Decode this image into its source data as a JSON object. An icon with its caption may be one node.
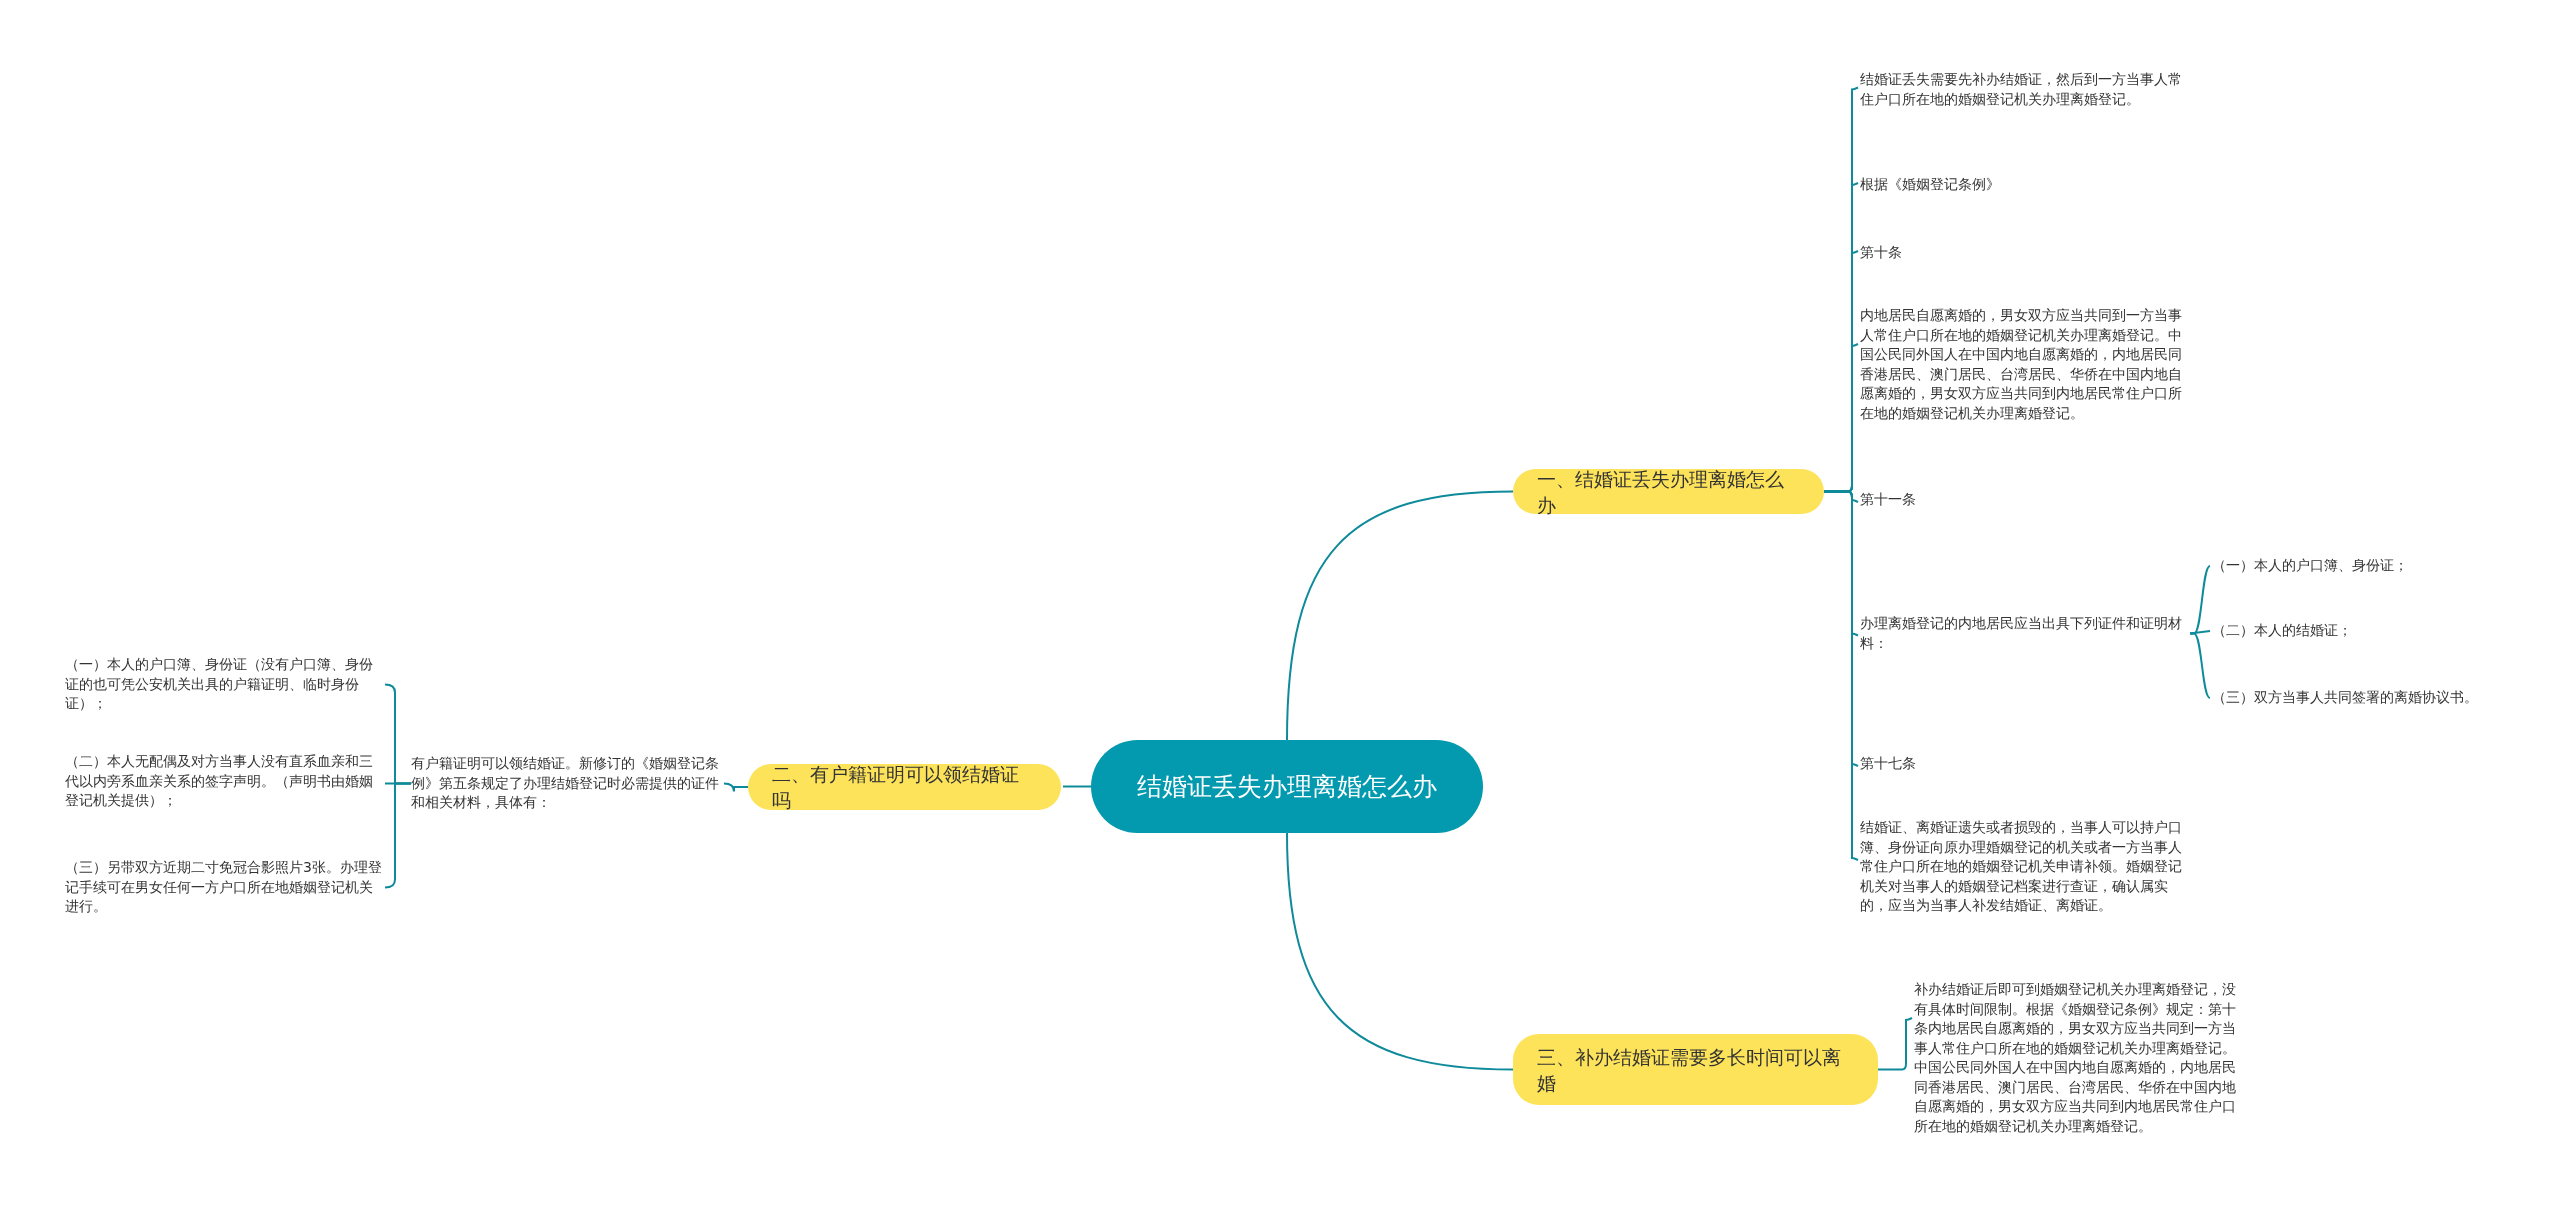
{
  "diagram": {
    "nodes": [
      {
        "text": [
          "结婚证丢失办理离婚怎么办"
        ]
      },
      {
        "text": [
          "一、结婚证丢失办理离婚怎么办"
        ]
      },
      {
        "text": [
          "结婚证丢失需要先补办结婚证，然后到一方当事人常住户口所在地的婚姻登记机关办理离婚登记。"
        ]
      },
      {
        "text": [
          "根据《婚姻登记条例》"
        ]
      },
      {
        "text": [
          "第十条"
        ]
      },
      {
        "text": [
          "内地居民自愿离婚的，男女双方应当共同到一方当事人常住户口所在地的婚姻登记机关办理离婚登记。中国公民同外国人在中国内地自愿离婚的，内地居民同香港居民、澳门居民、台湾居民、华侨在中国内地自愿离婚的，男女双方应当共同到内地居民常住户口所在地的婚姻登记机关办理离婚登记。"
        ]
      },
      {
        "text": [
          "第十一条"
        ]
      },
      {
        "text": [
          "办理离婚登记的内地居民应当出具下列证件和证明材料："
        ]
      },
      {
        "text": [
          "第十七条"
        ]
      },
      {
        "text": [
          "结婚证、离婚证遗失或者损毁的，当事人可以持户口簿、身份证向原办理婚姻登记的机关或者一方当事人常住户口所在地的婚姻登记机关申请补领。婚姻登记机关对当事人的婚姻登记档案进行查证，确认属实的，应当为当事人补发结婚证、离婚证。"
        ]
      },
      {
        "text": [
          "（一）本人的户口簿、身份证；"
        ]
      },
      {
        "text": [
          "（二）本人的结婚证；"
        ]
      },
      {
        "text": [
          "（三）双方当事人共同签署的离婚协议书。"
        ]
      },
      {
        "text": [
          "二、有户籍证明可以领结婚证吗"
        ]
      },
      {
        "text": [
          "有户籍证明可以领结婚证。新修订的《婚姻登记条例》第五条规定了办理结婚登记时必需提供的证件和相关材料，具体有："
        ]
      },
      {
        "text": [
          "（一）本人的户口簿、身份证（没有户口簿、身份证的也可凭公安机关出具的户籍证明、临时身份证）；"
        ]
      },
      {
        "text": [
          "（二）本人无配偶及对方当事人没有直系血亲和三代以内旁系血亲关系的签字声明。（声明书由婚姻登记机关提供）；"
        ]
      },
      {
        "text": [
          "（三）另带双方近期二寸免冠合影照片3张。办理登记手续可在男女任何一方户口所在地婚姻登记机关进行。"
        ]
      },
      {
        "text": [
          "三、补办结婚证需要多长时间可以离婚"
        ]
      },
      {
        "text": [
          "补办结婚证后即可到婚姻登记机关办理离婚登记，没有具体时间限制。根据《婚姻登记条例》规定：第十条内地居民自愿离婚的，男女双方应当共同到一方当事人常住户口所在地的婚姻登记机关办理离婚登记。中国公民同外国人在中国内地自愿离婚的，内地居民同香港居民、澳门居民、台湾居民、华侨在中国内地自愿离婚的，男女双方应当共同到内地居民常住户口所在地的婚姻登记机关办理离婚登记。"
        ]
      }
    ],
    "edges": [
      {
        "from": 0,
        "to": 1,
        "arrow": "none"
      },
      {
        "from": 1,
        "to": 2,
        "arrow": "none"
      },
      {
        "from": 1,
        "to": 3,
        "arrow": "none"
      },
      {
        "from": 1,
        "to": 4,
        "arrow": "none"
      },
      {
        "from": 1,
        "to": 5,
        "arrow": "none"
      },
      {
        "from": 1,
        "to": 6,
        "arrow": "none"
      },
      {
        "from": 1,
        "to": 7,
        "arrow": "none"
      },
      {
        "from": 1,
        "to": 8,
        "arrow": "none"
      },
      {
        "from": 1,
        "to": 9,
        "arrow": "none"
      },
      {
        "from": 7,
        "to": 10,
        "arrow": "none"
      },
      {
        "from": 7,
        "to": 11,
        "arrow": "none"
      },
      {
        "from": 7,
        "to": 12,
        "arrow": "none"
      },
      {
        "from": 0,
        "to": 13,
        "arrow": "none"
      },
      {
        "from": 13,
        "to": 14,
        "arrow": "none"
      },
      {
        "from": 14,
        "to": 15,
        "arrow": "none"
      },
      {
        "from": 14,
        "to": 16,
        "arrow": "none"
      },
      {
        "from": 14,
        "to": 17,
        "arrow": "none"
      },
      {
        "from": 0,
        "to": 18,
        "arrow": "none"
      },
      {
        "from": 18,
        "to": 19,
        "arrow": "none"
      }
    ]
  }
}
